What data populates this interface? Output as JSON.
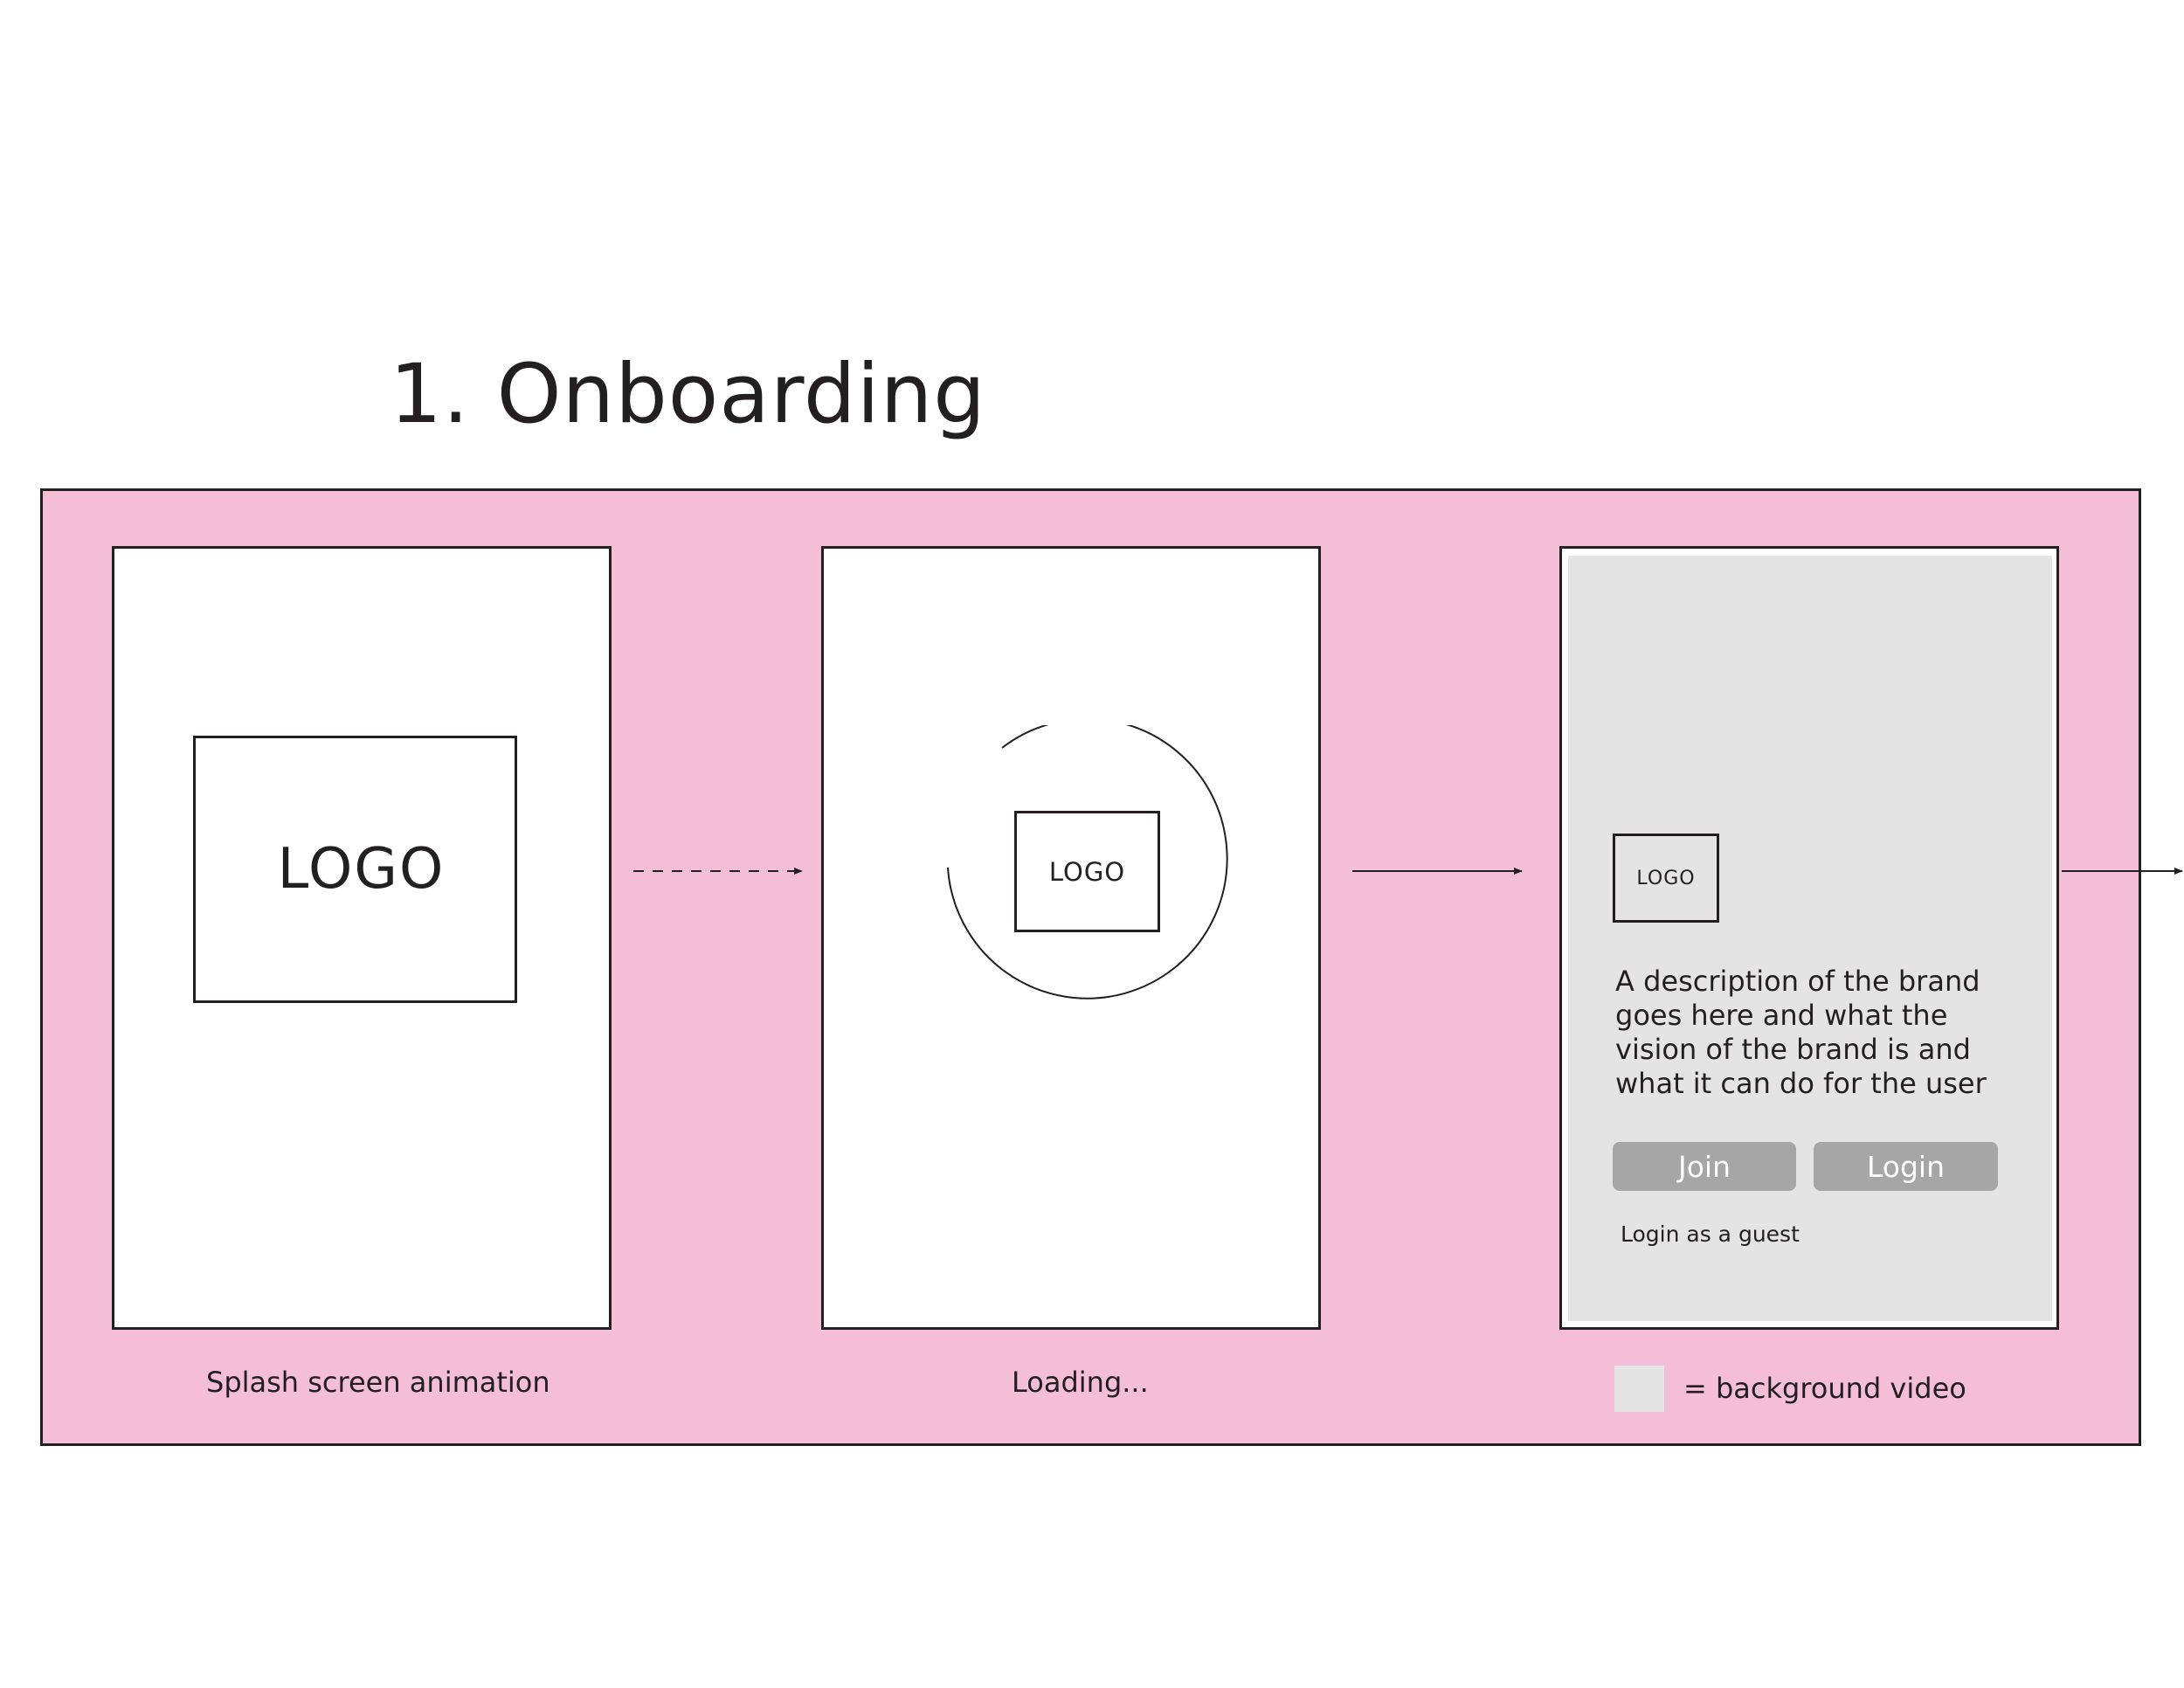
{
  "title": "1. Onboarding",
  "colors": {
    "board": "#f4bed6",
    "outline": "#231f20",
    "video_background": "#e4e4e4",
    "button": "#a6a6a6"
  },
  "screens": {
    "splash": {
      "logo": "LOGO",
      "caption": "Splash screen animation"
    },
    "loading": {
      "logo": "LOGO",
      "caption": "Loading..."
    },
    "welcome": {
      "logo": "LOGO",
      "description": "A description of the brand goes here and what the vision of the brand is and what it can do for the user",
      "join_label": "Join",
      "login_label": "Login",
      "guest_label": "Login as a guest"
    }
  },
  "legend": {
    "label": "= background video"
  }
}
